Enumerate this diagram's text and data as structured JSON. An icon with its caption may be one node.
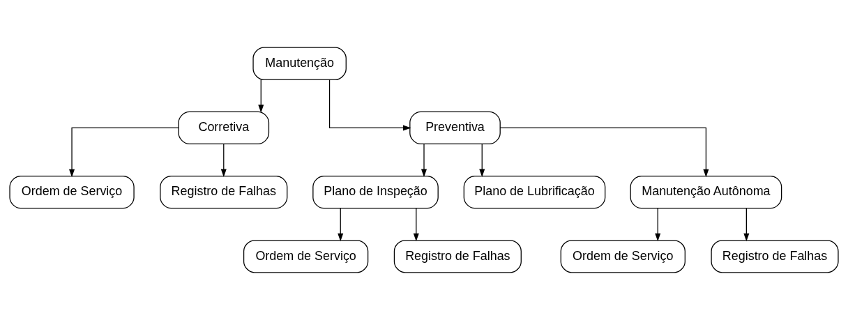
{
  "diagram": {
    "nodes": [
      {
        "text": [
          "Manutenção"
        ]
      },
      {
        "text": [
          "Corretiva"
        ]
      },
      {
        "text": [
          "Preventiva"
        ]
      },
      {
        "text": [
          "Ordem de Serviço"
        ]
      },
      {
        "text": [
          "Registro de Falhas"
        ]
      },
      {
        "text": [
          "Plano de Inspeção"
        ]
      },
      {
        "text": [
          "Plano de Lubrificação"
        ]
      },
      {
        "text": [
          "Manutenção Autônoma"
        ]
      },
      {
        "text": [
          "Ordem de Serviço"
        ]
      },
      {
        "text": [
          "Registro de Falhas"
        ]
      },
      {
        "text": [
          "Ordem de Serviço"
        ]
      },
      {
        "text": [
          "Registro de Falhas"
        ]
      }
    ],
    "edges": [
      {
        "from": 0,
        "to": 1,
        "arrow": "to"
      },
      {
        "from": 0,
        "to": 2,
        "arrow": "to"
      },
      {
        "from": 1,
        "to": 3,
        "arrow": "to"
      },
      {
        "from": 1,
        "to": 4,
        "arrow": "to"
      },
      {
        "from": 2,
        "to": 5,
        "arrow": "to"
      },
      {
        "from": 2,
        "to": 6,
        "arrow": "to"
      },
      {
        "from": 2,
        "to": 7,
        "arrow": "to"
      },
      {
        "from": 5,
        "to": 8,
        "arrow": "to"
      },
      {
        "from": 5,
        "to": 9,
        "arrow": "to"
      },
      {
        "from": 7,
        "to": 10,
        "arrow": "to"
      },
      {
        "from": 7,
        "to": 11,
        "arrow": "to"
      }
    ]
  }
}
